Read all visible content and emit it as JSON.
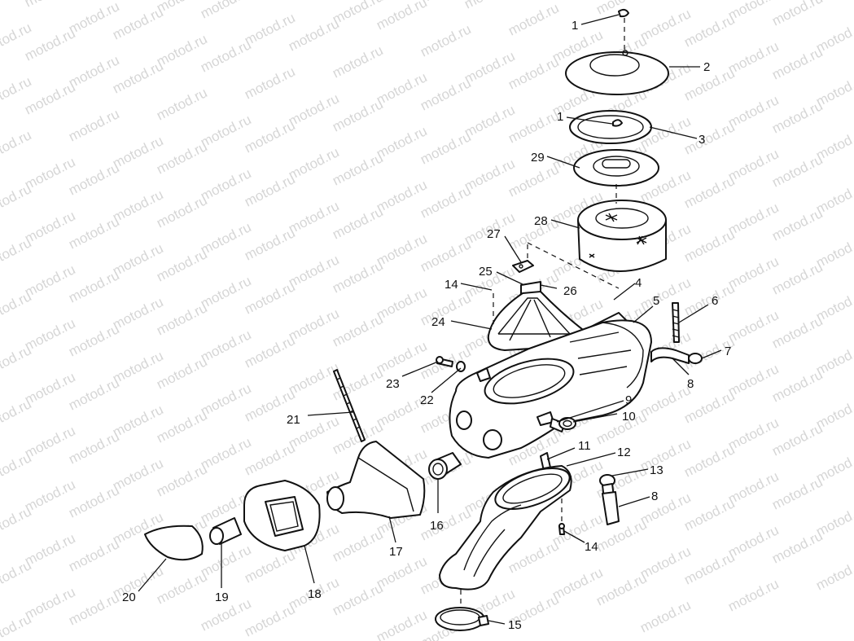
{
  "watermark": {
    "text": "motod.ru"
  },
  "callouts": [
    {
      "id": "c1a",
      "label": "1"
    },
    {
      "id": "c2",
      "label": "2"
    },
    {
      "id": "c1b",
      "label": "1"
    },
    {
      "id": "c3",
      "label": "3"
    },
    {
      "id": "c29",
      "label": "29"
    },
    {
      "id": "c28",
      "label": "28"
    },
    {
      "id": "c27",
      "label": "27"
    },
    {
      "id": "c25",
      "label": "25"
    },
    {
      "id": "c26",
      "label": "26"
    },
    {
      "id": "c14a",
      "label": "14"
    },
    {
      "id": "c4",
      "label": "4"
    },
    {
      "id": "c5",
      "label": "5"
    },
    {
      "id": "c6",
      "label": "6"
    },
    {
      "id": "c24",
      "label": "24"
    },
    {
      "id": "c7",
      "label": "7"
    },
    {
      "id": "c8a",
      "label": "8"
    },
    {
      "id": "c23",
      "label": "23"
    },
    {
      "id": "c22",
      "label": "22"
    },
    {
      "id": "c9",
      "label": "9"
    },
    {
      "id": "c21",
      "label": "21"
    },
    {
      "id": "c10",
      "label": "10"
    },
    {
      "id": "c11",
      "label": "11"
    },
    {
      "id": "c12",
      "label": "12"
    },
    {
      "id": "c13",
      "label": "13"
    },
    {
      "id": "c8b",
      "label": "8"
    },
    {
      "id": "c16",
      "label": "16"
    },
    {
      "id": "c14b",
      "label": "14"
    },
    {
      "id": "c17",
      "label": "17"
    },
    {
      "id": "c20",
      "label": "20"
    },
    {
      "id": "c19",
      "label": "19"
    },
    {
      "id": "c18",
      "label": "18"
    },
    {
      "id": "c15",
      "label": "15"
    }
  ]
}
